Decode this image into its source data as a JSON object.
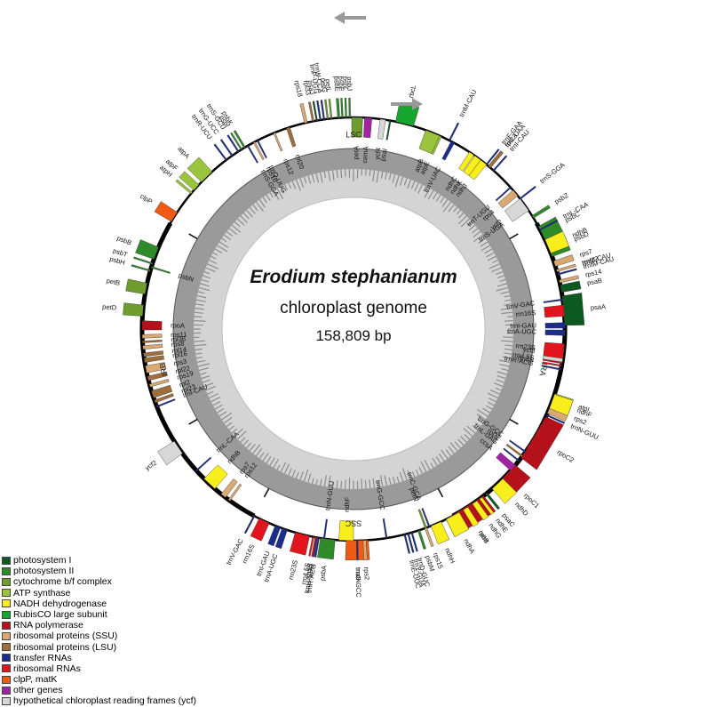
{
  "center": {
    "species": "Erodium stephanianum",
    "subtitle": "chloroplast genome",
    "size": "158,809 bp"
  },
  "regions": [
    "LSC",
    "IRA",
    "SSC",
    "IRB"
  ],
  "legend": [
    {
      "label": "photosystem I",
      "color": "#0c5a22"
    },
    {
      "label": "photosystem II",
      "color": "#2f8a2a"
    },
    {
      "label": "cytochrome b/f complex",
      "color": "#6e9c2e"
    },
    {
      "label": "ATP synthase",
      "color": "#9ac43c"
    },
    {
      "label": "NADH dehydrogenase",
      "color": "#f7ee1b"
    },
    {
      "label": "RubisCO large subunit",
      "color": "#16a52e"
    },
    {
      "label": "RNA polymerase",
      "color": "#b5111a"
    },
    {
      "label": "ribosomal proteins (SSU)",
      "color": "#d9a974"
    },
    {
      "label": "ribosomal proteins (LSU)",
      "color": "#9e6f3c"
    },
    {
      "label": "transfer RNAs",
      "color": "#1a2c8c"
    },
    {
      "label": "ribosomal RNAs",
      "color": "#e2141d"
    },
    {
      "label": "clpP, matK",
      "color": "#ef5b12"
    },
    {
      "label": "other genes",
      "color": "#a321a3"
    },
    {
      "label": "hypothetical chloroplast reading frames (ycf)",
      "color": "#d7d7d7"
    }
  ],
  "genes": [
    {
      "name": "trnH-GUG",
      "a": 100,
      "w": 0.3,
      "out": true,
      "cat": 9
    },
    {
      "name": "psbA",
      "a": 97,
      "w": 4,
      "out": true,
      "cat": 1
    },
    {
      "name": "matK",
      "a": 89,
      "w": 6,
      "out": true,
      "cat": 11
    },
    {
      "name": "trnG-GCC",
      "a": 81,
      "w": 0.3,
      "out": false,
      "cat": 9
    },
    {
      "name": "trnE-UUC",
      "a": 76,
      "w": 0.3,
      "out": true,
      "cat": 9
    },
    {
      "name": "trnY-GUA",
      "a": 75,
      "w": 0.3,
      "out": true,
      "cat": 9
    },
    {
      "name": "trnD-GUC",
      "a": 74,
      "w": 0.3,
      "out": true,
      "cat": 9
    },
    {
      "name": "psbM",
      "a": 72,
      "w": 0.6,
      "out": true,
      "cat": 1
    },
    {
      "name": "petN",
      "a": 70,
      "w": 0.5,
      "out": false,
      "cat": 2
    },
    {
      "name": "trnC-GCA",
      "a": 69,
      "w": 0.3,
      "out": false,
      "cat": 9
    },
    {
      "name": "rpoB",
      "a": 58,
      "w": 12,
      "out": true,
      "cat": 6
    },
    {
      "name": "rpoC1",
      "a": 44,
      "w": 8,
      "out": true,
      "cat": 6
    },
    {
      "name": "rpoC2",
      "a": 31,
      "w": 13,
      "out": true,
      "cat": 6
    },
    {
      "name": "rps2",
      "a": 22,
      "w": 3,
      "out": true,
      "cat": 7
    },
    {
      "name": "atpI",
      "a": 19,
      "w": 2.5,
      "out": true,
      "cat": 3
    },
    {
      "name": "ycf3",
      "a": 7,
      "w": 4,
      "out": false,
      "cat": 13
    },
    {
      "name": "psaA",
      "a": -5,
      "w": 8,
      "out": true,
      "cat": 0
    },
    {
      "name": "psaB",
      "a": -11,
      "w": 2,
      "out": true,
      "cat": 0
    },
    {
      "name": "rps14",
      "a": -13,
      "w": 0.8,
      "out": true,
      "cat": 7
    },
    {
      "name": "trnfM-CAU",
      "a": -15,
      "w": 0.3,
      "out": true,
      "cat": 9
    },
    {
      "name": "trnM-CAU",
      "a": -16,
      "w": 0.3,
      "out": true,
      "cat": 9
    },
    {
      "name": "psbD",
      "a": -22,
      "w": 4,
      "out": true,
      "cat": 1
    },
    {
      "name": "psbC",
      "a": -27,
      "w": 4,
      "out": true,
      "cat": 1
    },
    {
      "name": "psbZ",
      "a": -32,
      "w": 0.8,
      "out": true,
      "cat": 1
    },
    {
      "name": "trnS-UGA",
      "a": -35,
      "w": 0.3,
      "out": false,
      "cat": 9
    },
    {
      "name": "trnS-GGA",
      "a": -38,
      "w": 0.3,
      "out": true,
      "cat": 9
    },
    {
      "name": "rps4",
      "a": -40,
      "w": 2,
      "out": false,
      "cat": 7
    },
    {
      "name": "trnT-UGU",
      "a": -42,
      "w": 0.3,
      "out": false,
      "cat": 9
    },
    {
      "name": "trnL-UAA",
      "a": -50,
      "w": 0.8,
      "out": true,
      "cat": 9
    },
    {
      "name": "trnF-GAA",
      "a": -51,
      "w": 0.3,
      "out": true,
      "cat": 9
    },
    {
      "name": "ndhJ",
      "a": -52,
      "w": 2,
      "out": false,
      "cat": 4
    },
    {
      "name": "ndhK",
      "a": -54,
      "w": 2,
      "out": false,
      "cat": 4
    },
    {
      "name": "ndhC",
      "a": -56,
      "w": 1.5,
      "out": false,
      "cat": 4
    },
    {
      "name": "trnV-UAC",
      "a": -62,
      "w": 1,
      "out": false,
      "cat": 9
    },
    {
      "name": "trnM-CAU",
      "a": -63,
      "w": 0.3,
      "out": true,
      "cat": 9
    },
    {
      "name": "atpE",
      "a": -66,
      "w": 1.2,
      "out": false,
      "cat": 3
    },
    {
      "name": "atpB",
      "a": -68,
      "w": 4,
      "out": false,
      "cat": 3
    },
    {
      "name": "rbcL",
      "a": -76,
      "w": 5,
      "out": true,
      "cat": 5
    },
    {
      "name": "psaI",
      "a": -80,
      "w": 0.4,
      "out": false,
      "cat": 0
    },
    {
      "name": "ycf4",
      "a": -82,
      "w": 1.5,
      "out": false,
      "cat": 13
    },
    {
      "name": "cemA",
      "a": -86,
      "w": 2,
      "out": false,
      "cat": 12
    },
    {
      "name": "petA",
      "a": -89,
      "w": 3,
      "out": false,
      "cat": 2
    },
    {
      "name": "psbJ",
      "a": -91,
      "w": 0.3,
      "out": true,
      "cat": 1
    },
    {
      "name": "psbL",
      "a": -92,
      "w": 0.3,
      "out": true,
      "cat": 1
    },
    {
      "name": "psbF",
      "a": -93,
      "w": 0.3,
      "out": true,
      "cat": 1
    },
    {
      "name": "psbE",
      "a": -94,
      "w": 0.6,
      "out": true,
      "cat": 1
    },
    {
      "name": "petL",
      "a": -96,
      "w": 0.3,
      "out": true,
      "cat": 2
    },
    {
      "name": "petG",
      "a": -97,
      "w": 0.3,
      "out": true,
      "cat": 2
    },
    {
      "name": "trnW-CCA",
      "a": -98,
      "w": 0.3,
      "out": true,
      "cat": 9
    },
    {
      "name": "trnP-UGG",
      "a": -99,
      "w": 0.3,
      "out": true,
      "cat": 9
    },
    {
      "name": "psaJ",
      "a": -100,
      "w": 0.3,
      "out": true,
      "cat": 0
    },
    {
      "name": "rpl33",
      "a": -101,
      "w": 0.5,
      "out": true,
      "cat": 8
    },
    {
      "name": "rps18",
      "a": -103,
      "w": 0.8,
      "out": true,
      "cat": 7
    },
    {
      "name": "rpl20",
      "a": -108,
      "w": 1,
      "out": false,
      "cat": 8
    },
    {
      "name": "rps12",
      "a": -112,
      "w": 0.5,
      "out": false,
      "cat": 7
    },
    {
      "name": "clpP",
      "a": -148,
      "w": 3,
      "out": true,
      "cat": 11
    },
    {
      "name": "psbB",
      "a": -159,
      "w": 3.5,
      "out": true,
      "cat": 1
    },
    {
      "name": "psbT",
      "a": -162,
      "w": 0.4,
      "out": true,
      "cat": 1
    },
    {
      "name": "psbN",
      "a": -163,
      "w": 0.4,
      "out": false,
      "cat": 1
    },
    {
      "name": "psbH",
      "a": -164,
      "w": 0.4,
      "out": true,
      "cat": 1
    },
    {
      "name": "petB",
      "a": -169,
      "w": 3,
      "out": true,
      "cat": 2
    },
    {
      "name": "petD",
      "a": -175,
      "w": 3,
      "out": true,
      "cat": 2
    },
    {
      "name": "rpoA",
      "a": -179,
      "w": 2.5,
      "out": false,
      "cat": 6
    },
    {
      "name": "rps11",
      "a": -182,
      "w": 1,
      "out": false,
      "cat": 7
    },
    {
      "name": "rpl36",
      "a": -183.5,
      "w": 0.5,
      "out": false,
      "cat": 8
    },
    {
      "name": "rps8",
      "a": -185,
      "w": 1,
      "out": false,
      "cat": 7
    },
    {
      "name": "rpl14",
      "a": -187,
      "w": 1,
      "out": false,
      "cat": 8
    },
    {
      "name": "rpl16",
      "a": -188.5,
      "w": 1.2,
      "out": false,
      "cat": 8
    },
    {
      "name": "rps3",
      "a": -191,
      "w": 2,
      "out": false,
      "cat": 7
    },
    {
      "name": "rpl22",
      "a": -193.5,
      "w": 1.2,
      "out": false,
      "cat": 8
    },
    {
      "name": "rps19",
      "a": -195.5,
      "w": 0.8,
      "out": false,
      "cat": 7
    },
    {
      "name": "rpl2",
      "a": -198,
      "w": 2,
      "out": false,
      "cat": 8
    },
    {
      "name": "rpl23",
      "a": -200,
      "w": 0.8,
      "out": false,
      "cat": 8
    },
    {
      "name": "trnI-CAU",
      "a": -201.5,
      "w": 0.3,
      "out": false,
      "cat": 9
    },
    {
      "name": "ycf2",
      "a": -214,
      "w": 4,
      "out": true,
      "cat": 13
    },
    {
      "name": "trnL-CAA",
      "a": -222,
      "w": 0.3,
      "out": false,
      "cat": 9
    },
    {
      "name": "ndhB",
      "a": -227,
      "w": 4,
      "out": false,
      "cat": 4
    },
    {
      "name": "rps7",
      "a": -232,
      "w": 1.5,
      "out": false,
      "cat": 7
    },
    {
      "name": "rps12",
      "a": -234,
      "w": 0.6,
      "out": false,
      "cat": 7
    },
    {
      "name": "trnV-GAC",
      "a": -242,
      "w": 0.3,
      "out": true,
      "cat": 9
    },
    {
      "name": "rrn16S",
      "a": -245,
      "w": 3,
      "out": true,
      "cat": 10
    },
    {
      "name": "trnI-GAU",
      "a": -249,
      "w": 1.5,
      "out": true,
      "cat": 9
    },
    {
      "name": "trnA-UGC",
      "a": -251,
      "w": 1.5,
      "out": true,
      "cat": 9
    },
    {
      "name": "rrn23S",
      "a": -256,
      "w": 4,
      "out": true,
      "cat": 10
    },
    {
      "name": "rrn4.5S",
      "a": -259,
      "w": 0.3,
      "out": true,
      "cat": 10
    },
    {
      "name": "rrn5S",
      "a": -259.7,
      "w": 0.3,
      "out": true,
      "cat": 10
    },
    {
      "name": "trnR-ACG",
      "a": -260.5,
      "w": 0.3,
      "out": true,
      "cat": 9
    },
    {
      "name": "trnN-GUU",
      "a": -262,
      "w": 0.3,
      "out": false,
      "cat": 9
    },
    {
      "name": "ndhF",
      "a": -268,
      "w": 4,
      "out": false,
      "cat": 4
    },
    {
      "name": "trnG-GCC",
      "a": -271,
      "w": 0.3,
      "out": true,
      "cat": 9
    },
    {
      "name": "rps2",
      "a": -273,
      "w": 0.8,
      "out": true,
      "cat": 7
    },
    {
      "name": "rps15",
      "a": -290,
      "w": 0.6,
      "out": true,
      "cat": 7
    },
    {
      "name": "ndhH",
      "a": -293,
      "w": 3,
      "out": true,
      "cat": 4
    },
    {
      "name": "ndhA",
      "a": -298,
      "w": 4,
      "out": true,
      "cat": 4
    },
    {
      "name": "ndhI",
      "a": -302,
      "w": 1.5,
      "out": true,
      "cat": 4
    },
    {
      "name": "ndhG",
      "a": -305,
      "w": 1.5,
      "out": true,
      "cat": 4
    },
    {
      "name": "ndhE",
      "a": -307,
      "w": 0.8,
      "out": true,
      "cat": 4
    },
    {
      "name": "psaC",
      "a": -309,
      "w": 0.6,
      "out": true,
      "cat": 0
    },
    {
      "name": "ndhD",
      "a": -313,
      "w": 4,
      "out": true,
      "cat": 4
    },
    {
      "name": "ccsA",
      "a": -319,
      "w": 2,
      "out": false,
      "cat": 12
    },
    {
      "name": "trnL-UAG",
      "a": -321.5,
      "w": 0.3,
      "out": false,
      "cat": 9
    },
    {
      "name": "rpl32",
      "a": -323,
      "w": 0.5,
      "out": false,
      "cat": 8
    },
    {
      "name": "trnG-GCC",
      "a": -324.5,
      "w": 0.3,
      "out": false,
      "cat": 9
    },
    {
      "name": "trnN-GUU",
      "a": -336,
      "w": 0.3,
      "out": true,
      "cat": 9
    },
    {
      "name": "ndhF",
      "a": -340,
      "w": 4,
      "out": true,
      "cat": 4
    },
    {
      "name": "trnR-ACG",
      "a": -349,
      "w": 0.3,
      "out": false,
      "cat": 9
    },
    {
      "name": "rrn5S",
      "a": -350,
      "w": 0.3,
      "out": false,
      "cat": 10
    },
    {
      "name": "rrn4.5S",
      "a": -350.8,
      "w": 0.3,
      "out": false,
      "cat": 10
    },
    {
      "name": "rrn23S",
      "a": -354,
      "w": 4,
      "out": false,
      "cat": 10
    },
    {
      "name": "trnA-UGC",
      "a": -359,
      "w": 1.5,
      "out": false,
      "cat": 9
    },
    {
      "name": "trnI-GAU",
      "a": -361,
      "w": 1.5,
      "out": false,
      "cat": 9
    },
    {
      "name": "rrn16S",
      "a": -365,
      "w": 3,
      "out": false,
      "cat": 10
    },
    {
      "name": "trnV-GAC",
      "a": -368,
      "w": 0.3,
      "out": false,
      "cat": 9
    },
    {
      "name": "rps12",
      "a": -376,
      "w": 0.6,
      "out": true,
      "cat": 7
    },
    {
      "name": "rps7",
      "a": -378,
      "w": 1.5,
      "out": true,
      "cat": 7
    },
    {
      "name": "ndhB",
      "a": -383,
      "w": 4,
      "out": true,
      "cat": 4
    },
    {
      "name": "trnL-CAA",
      "a": -388,
      "w": 0.3,
      "out": true,
      "cat": 9
    },
    {
      "name": "ycf2",
      "a": -396,
      "w": 4,
      "out": false,
      "cat": 13
    },
    {
      "name": "trnI-CAU",
      "a": -408.5,
      "w": 0.3,
      "out": true,
      "cat": 9
    },
    {
      "name": "rpl23",
      "a": -410,
      "w": 0.8,
      "out": true,
      "cat": 8
    },
    {
      "name": "psbK",
      "a": -121,
      "w": 0.5,
      "out": true,
      "cat": 1
    },
    {
      "name": "psbI",
      "a": -122,
      "w": 0.4,
      "out": true,
      "cat": 1
    },
    {
      "name": "trnS-GCU",
      "a": -123,
      "w": 0.3,
      "out": true,
      "cat": 9
    },
    {
      "name": "trnG-UCC",
      "a": -125,
      "w": 0.3,
      "out": true,
      "cat": 9
    },
    {
      "name": "trnR-UCU",
      "a": -127,
      "w": 0.3,
      "out": true,
      "cat": 9
    },
    {
      "name": "trnS-GGA",
      "a": -120,
      "w": 0.3,
      "out": false,
      "cat": 9
    },
    {
      "name": "rps16",
      "a": -118,
      "w": 0.5,
      "out": false,
      "cat": 7
    },
    {
      "name": "trnQ-UUG",
      "a": -117,
      "w": 0.3,
      "out": false,
      "cat": 9
    },
    {
      "name": "atpA",
      "a": -134,
      "w": 4,
      "out": true,
      "cat": 3
    },
    {
      "name": "atpF",
      "a": -138,
      "w": 2,
      "out": true,
      "cat": 3
    },
    {
      "name": "atpH",
      "a": -140,
      "w": 0.6,
      "out": true,
      "cat": 3
    }
  ]
}
